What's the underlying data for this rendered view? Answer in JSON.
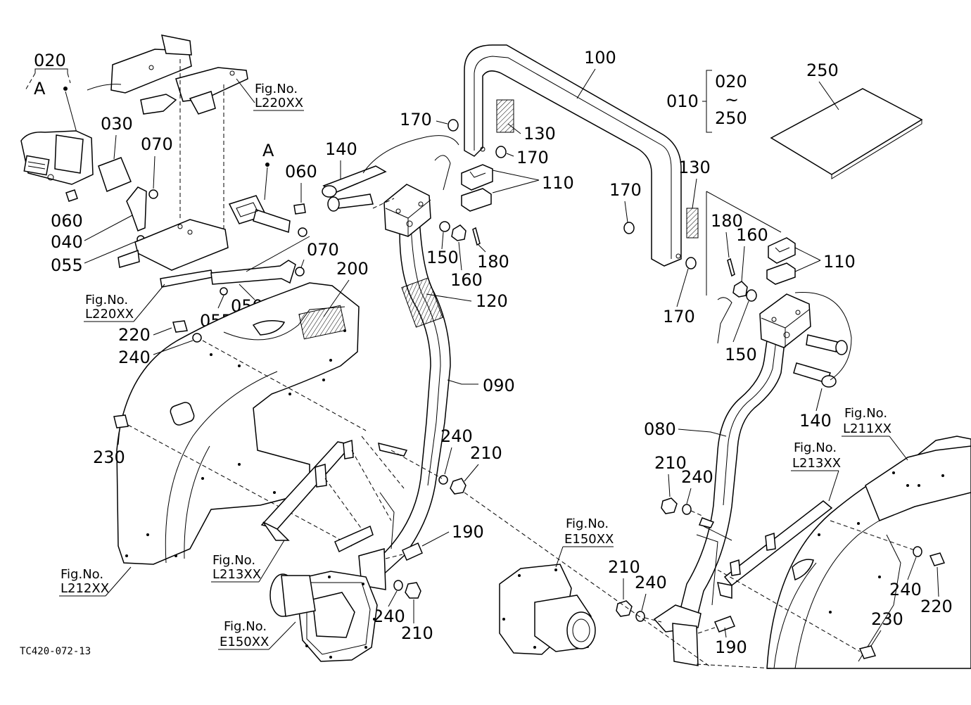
{
  "diagram_code": "TC420-072-13",
  "part_labels": {
    "p020_top": "020",
    "p030": "030",
    "p070_a": "070",
    "p060_a": "060",
    "p040": "040",
    "p055_a": "055",
    "p060_b": "060",
    "p070_b": "070",
    "p055_b": "055",
    "p050": "050",
    "p200": "200",
    "p220_a": "220",
    "p240_a": "240",
    "p230_a": "230",
    "p140_a": "140",
    "p170_a": "170",
    "p100": "100",
    "p130_a": "130",
    "p170_b": "170",
    "p110_a": "110",
    "p150_a": "150",
    "p160_a": "160",
    "p180_a": "180",
    "p120": "120",
    "p090": "090",
    "p240_b": "240",
    "p210_a": "210",
    "p190_a": "190",
    "p240_c": "240",
    "p210_b": "210",
    "p010": "010",
    "p020_range": "020",
    "p250_range": "250",
    "p250": "250",
    "p130_b": "130",
    "p170_c": "170",
    "p180_b": "180",
    "p160_b": "160",
    "p110_b": "110",
    "p170_d": "170",
    "p150_b": "150",
    "p140_b": "140",
    "p080": "080",
    "p210_c": "210",
    "p240_d": "240",
    "p210_d": "210",
    "p240_e": "240",
    "p190_b": "190",
    "p240_f": "240",
    "p220_b": "220",
    "p230_b": "230"
  },
  "letters": {
    "a_left": "A",
    "a_center": "A",
    "tilde": "~"
  },
  "fig_refs": {
    "l220_top": {
      "title": "Fig.No.",
      "code": "L220XX"
    },
    "l220_bottom": {
      "title": "Fig.No.",
      "code": "L220XX"
    },
    "l212": {
      "title": "Fig.No.",
      "code": "L212XX"
    },
    "l213_left": {
      "title": "Fig.No.",
      "code": "L213XX"
    },
    "e150_left": {
      "title": "Fig.No.",
      "code": "E150XX"
    },
    "e150_right": {
      "title": "Fig.No.",
      "code": "E150XX"
    },
    "l213_right": {
      "title": "Fig.No.",
      "code": "L213XX"
    },
    "l211": {
      "title": "Fig.No.",
      "code": "L211XX"
    }
  }
}
